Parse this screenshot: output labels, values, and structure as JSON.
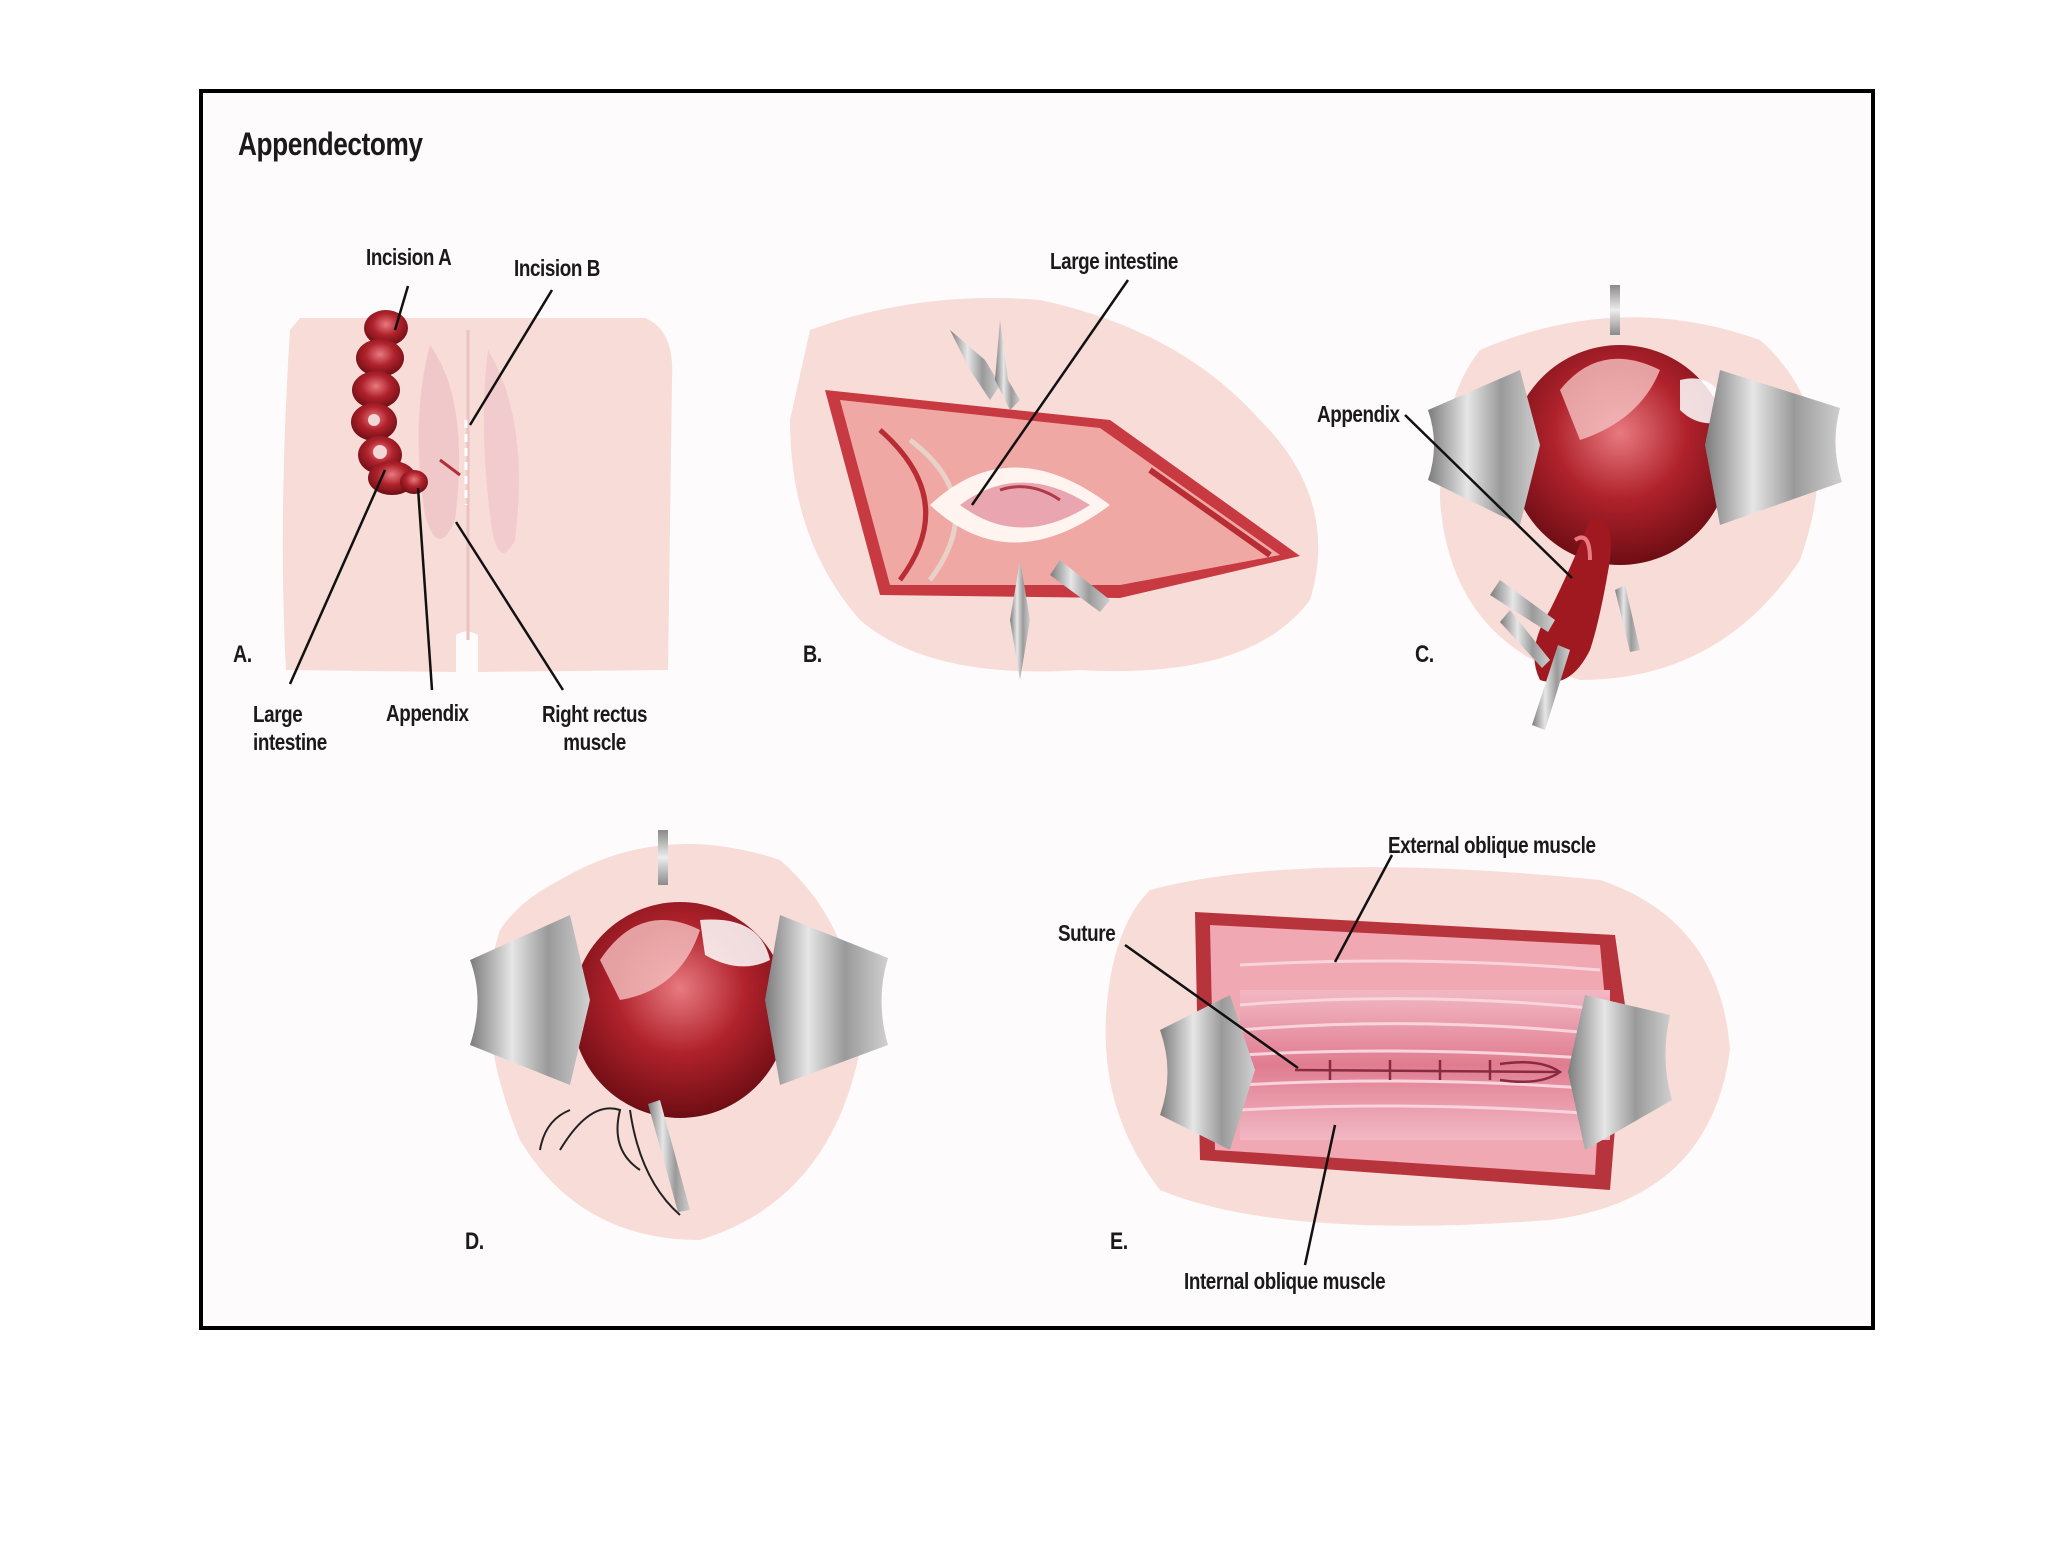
{
  "figure": {
    "title": "Appendectomy",
    "colors": {
      "frame": "#000000",
      "tissue": "#f6d9d6",
      "organ": "#a01820",
      "retractor": "#b8b8b8"
    }
  },
  "panels": [
    {
      "letter": "A.",
      "labels": {
        "incision_a": "Incision A",
        "incision_b": "Incision B",
        "large_intestine": "Large intestine",
        "appendix": "Appendix",
        "right_rectus": "Right rectus muscle"
      }
    },
    {
      "letter": "B.",
      "labels": {
        "large_intestine": "Large intestine"
      }
    },
    {
      "letter": "C.",
      "labels": {
        "appendix": "Appendix"
      }
    },
    {
      "letter": "D."
    },
    {
      "letter": "E.",
      "labels": {
        "external_oblique": "External oblique muscle",
        "suture": "Suture",
        "internal_oblique": "Internal oblique muscle"
      }
    }
  ]
}
